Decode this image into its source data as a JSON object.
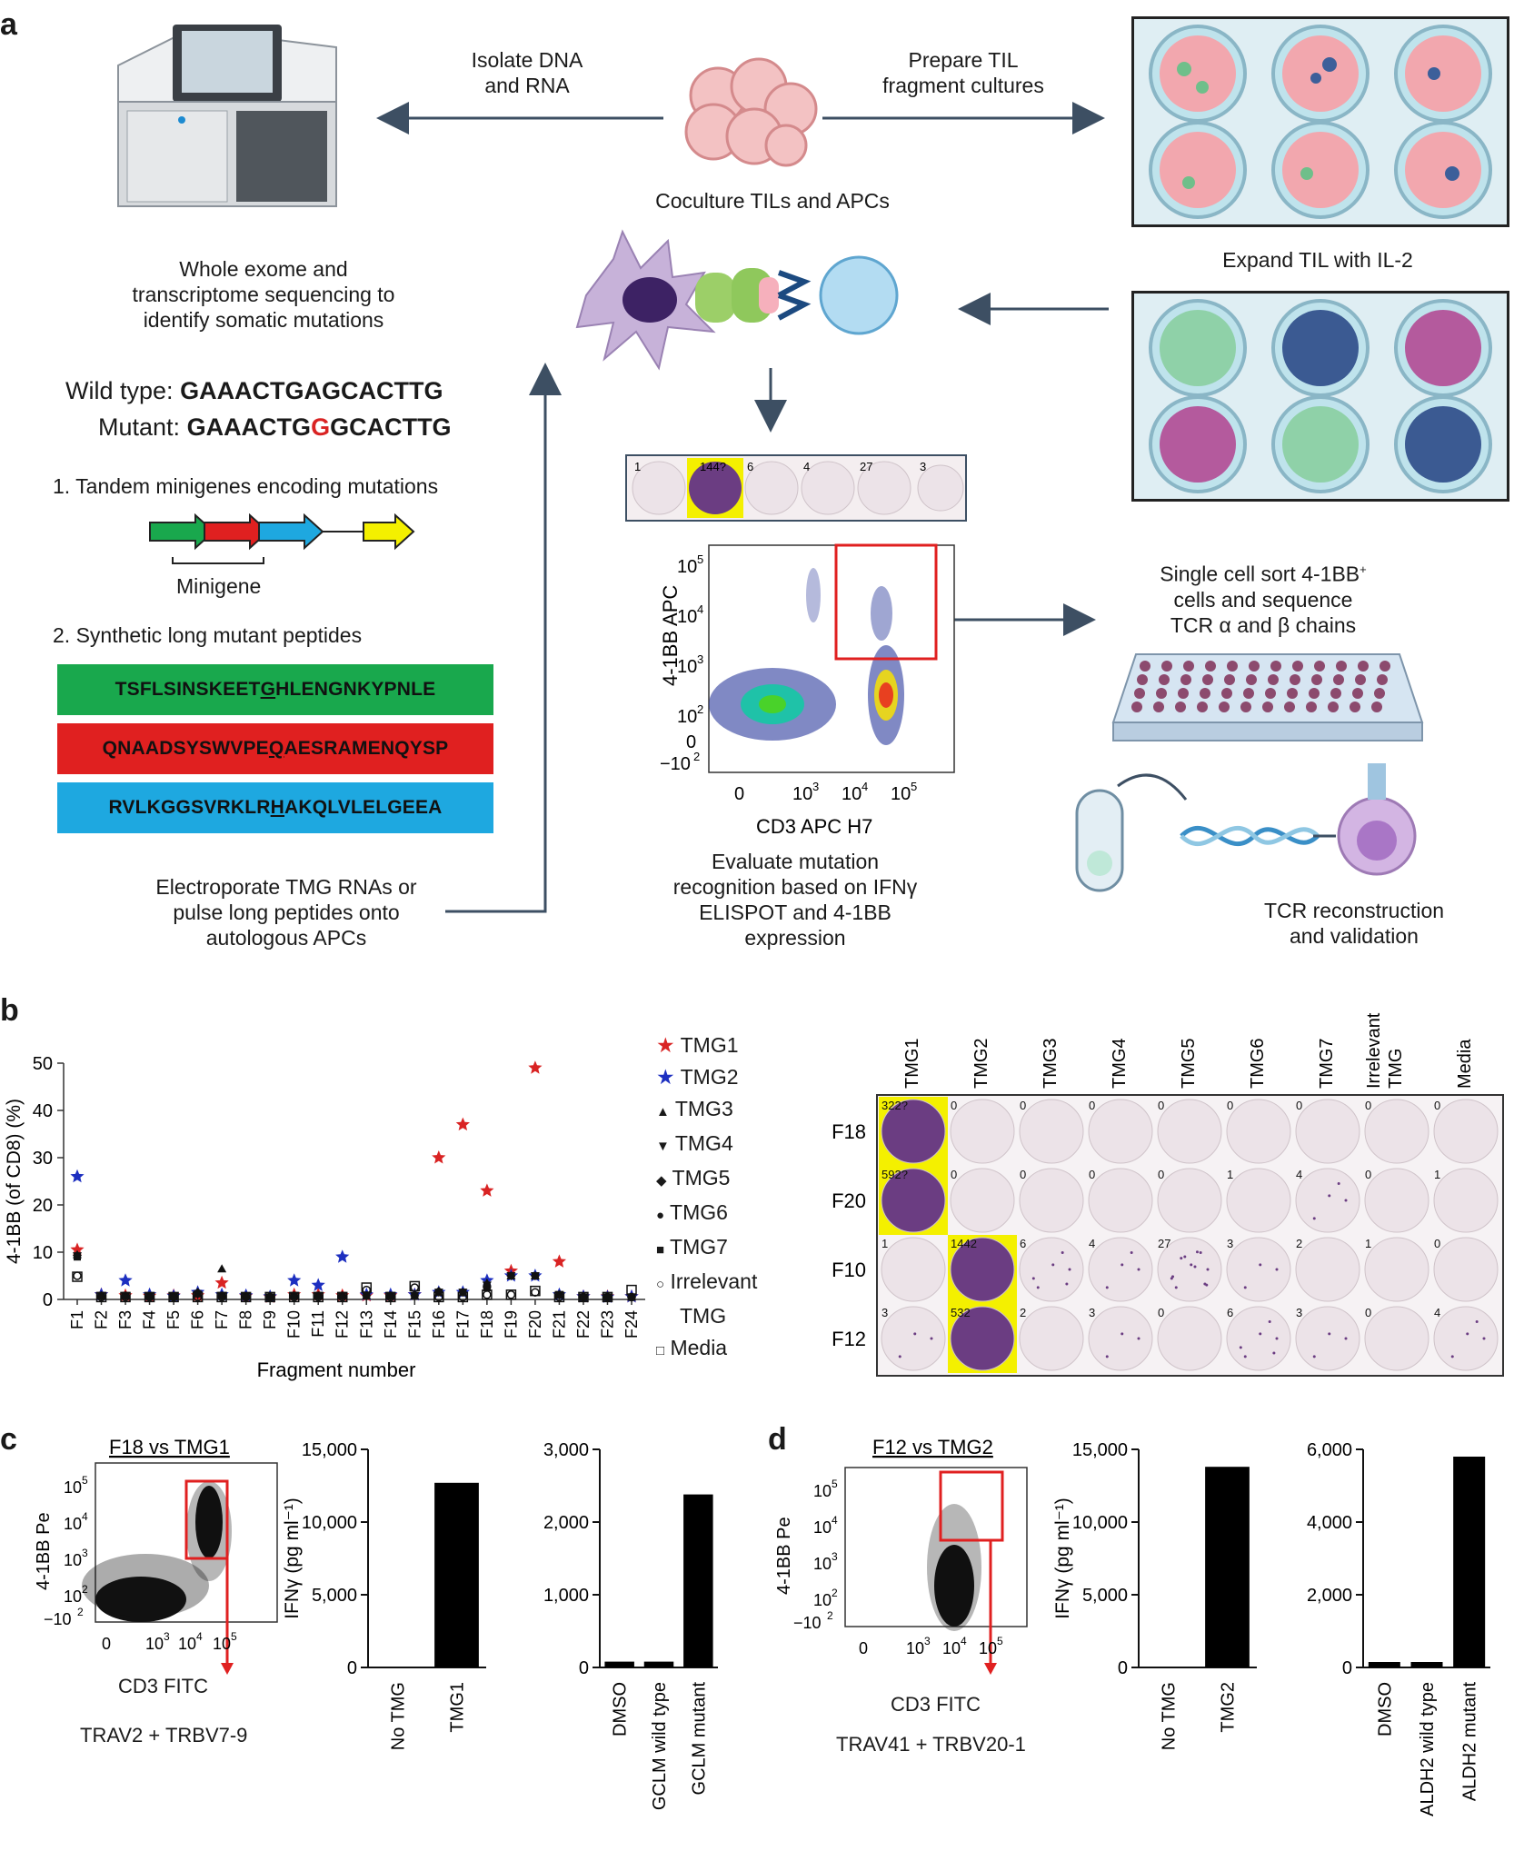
{
  "colors": {
    "arrow": "#3d4f63",
    "red": "#d92323",
    "green": "#19a84d",
    "blue": "#1ea8e0",
    "yellow": "#f4f000",
    "well": "#ece3e8",
    "spot": "#6b3d82"
  },
  "panel_a": {
    "letter": "a",
    "isolate": [
      "Isolate DNA",
      "and RNA"
    ],
    "prepare": [
      "Prepare TIL",
      "fragment cultures"
    ],
    "coculture": "Coculture TILs and APCs",
    "expand": "Expand TIL with IL-2",
    "sequencing": [
      "Whole exome and",
      "transcriptome sequencing to",
      "identify somatic mutations"
    ],
    "wt_label": "Wild type:",
    "wt_seq": "GAAACTGAGCACTTG",
    "mut_label": "Mutant:",
    "mut_seq_pre": "GAAACTG",
    "mut_seq_mut": "G",
    "mut_seq_post": "GCACTTG",
    "step1": "1. Tandem minigenes encoding mutations",
    "minigene": "Minigene",
    "step2": "2. Synthetic long mutant peptides",
    "peptides": [
      {
        "pre": "TSFLSINSKEET",
        "mut": "G",
        "post": "HLENGNKYPNLE"
      },
      {
        "pre": "QNAADSYSWVPE",
        "mut": "Q",
        "post": "AESRAMENQYSP"
      },
      {
        "pre": "RVLKGGSVRKLR",
        "mut": "H",
        "post": "AKQLVLELGEEA"
      }
    ],
    "electroporate": [
      "Electroporate TMG RNAs or",
      "pulse long peptides onto",
      "autologous APCs"
    ],
    "elispot_counts": [
      "1",
      "144?",
      "6",
      "4",
      "27",
      "3"
    ],
    "flow_ylabel": "4-1BB APC",
    "flow_xlabel": "CD3 APC H7",
    "flow_yticks": [
      "10",
      "10",
      "10",
      "10",
      "0",
      "−10"
    ],
    "flow_xticks": [
      "0",
      "10",
      "10",
      "10"
    ],
    "evaluate": [
      "Evaluate mutation",
      "recognition based on IFNγ",
      "ELISPOT and 4-1BB",
      "expression"
    ],
    "single_cell": [
      "Single cell sort 4-1BB",
      "cells and sequence",
      "TCR α and β chains"
    ],
    "tcr": [
      "TCR reconstruction",
      "and validation"
    ]
  },
  "panel_b": {
    "letter": "b",
    "ylabel": "4-1BB (of CD8) (%)",
    "xlabel": "Fragment number",
    "legend": [
      "TMG1",
      "TMG2",
      "TMG3",
      "TMG4",
      "TMG5",
      "TMG6",
      "TMG7",
      "Irrelevant",
      "TMG",
      "Media"
    ],
    "elispot_cols": [
      "TMG1",
      "TMG2",
      "TMG3",
      "TMG4",
      "TMG5",
      "TMG6",
      "TMG7",
      "Irrelevant TMG",
      "Media"
    ],
    "elispot_rows": [
      {
        "name": "F18",
        "counts": [
          "322?",
          "0",
          "0",
          "0",
          "0",
          "0",
          "0",
          "0",
          "0"
        ]
      },
      {
        "name": "F20",
        "counts": [
          "592?",
          "0",
          "0",
          "0",
          "0",
          "1",
          "4",
          "0",
          "1"
        ]
      },
      {
        "name": "F10",
        "counts": [
          "1",
          "1442",
          "6",
          "4",
          "27",
          "3",
          "2",
          "1",
          "0"
        ]
      },
      {
        "name": "F12",
        "counts": [
          "3",
          "532",
          "2",
          "3",
          "0",
          "6",
          "3",
          "0",
          "4"
        ]
      }
    ]
  },
  "panel_c": {
    "letter": "c",
    "flow_title": "F18 vs TMG1",
    "flow_ylabel": "4-1BB Pe",
    "flow_xlabel": "CD3 FITC",
    "tcr": "TRAV2 + TRBV7-9",
    "bar1_ylabel": "IFNγ (pg ml⁻¹)",
    "bar2_ylabel": ""
  },
  "panel_d": {
    "letter": "d",
    "flow_title": "F12 vs TMG2",
    "flow_ylabel": "4-1BB Pe",
    "flow_xlabel": "CD3 FITC",
    "tcr": "TRAV41 + TRBV20-1",
    "bar1_ylabel": "IFNγ (pg ml⁻¹)"
  },
  "chart_data": [
    {
      "type": "scatter",
      "id": "panel_b_scatter",
      "xlabel": "Fragment number",
      "ylabel": "4-1BB (of CD8) (%)",
      "ylim": [
        0,
        50
      ],
      "yticks": [
        0,
        10,
        20,
        30,
        40,
        50
      ],
      "categories": [
        "F1",
        "F2",
        "F3",
        "F4",
        "F5",
        "F6",
        "F7",
        "F8",
        "F9",
        "F10",
        "F11",
        "F12",
        "F13",
        "F14",
        "F15",
        "F16",
        "F17",
        "F18",
        "F19",
        "F20",
        "F21",
        "F22",
        "F23",
        "F24"
      ],
      "series": [
        {
          "name": "TMG1",
          "marker": "star-red",
          "values": [
            10.5,
            1,
            0.8,
            0.7,
            0.8,
            0.8,
            3.5,
            0.7,
            0.5,
            1,
            1,
            0.8,
            0.8,
            0.8,
            1,
            30,
            37,
            23,
            6,
            49,
            8,
            0.6,
            0.6,
            0.6
          ]
        },
        {
          "name": "TMG2",
          "marker": "star-blue",
          "values": [
            26,
            1,
            4,
            1,
            0.7,
            1.5,
            1,
            0.8,
            0.6,
            4,
            3,
            9,
            1,
            1,
            1,
            1.5,
            1.5,
            4,
            5,
            5,
            1,
            0.6,
            0.5,
            0.6
          ]
        },
        {
          "name": "TMG3",
          "marker": "triangle-up",
          "values": [
            9.5,
            0.8,
            0.8,
            0.7,
            0.6,
            1.5,
            6.5,
            0.7,
            0.5,
            0.8,
            0.8,
            0.8,
            0.8,
            0.8,
            0.8,
            1.5,
            1.5,
            3.5,
            5,
            5,
            1,
            0.5,
            0.5,
            0.5
          ]
        },
        {
          "name": "TMG4",
          "marker": "triangle-down",
          "values": [
            9.2,
            0.8,
            0.8,
            0.7,
            0.6,
            1,
            0.8,
            0.7,
            0.5,
            0.8,
            0.8,
            0.8,
            0.8,
            0.8,
            0.8,
            1.5,
            1.5,
            3,
            5,
            5,
            1,
            0.5,
            0.5,
            0.5
          ]
        },
        {
          "name": "TMG5",
          "marker": "diamond",
          "values": [
            9.3,
            0.8,
            0.8,
            0.7,
            0.6,
            1.5,
            0.8,
            0.7,
            0.5,
            0.8,
            0.8,
            0.8,
            0.8,
            0.8,
            0.8,
            1.7,
            1.5,
            2.5,
            5,
            5,
            1,
            0.5,
            0.5,
            0.5
          ]
        },
        {
          "name": "TMG6",
          "marker": "circle-filled",
          "values": [
            9.2,
            0.8,
            0.8,
            0.7,
            0.6,
            1.2,
            0.8,
            0.7,
            0.5,
            0.8,
            0.8,
            0.8,
            0.8,
            0.8,
            0.8,
            1.7,
            1.5,
            2.5,
            5,
            5,
            1,
            0.5,
            0.5,
            0.5
          ]
        },
        {
          "name": "TMG7",
          "marker": "square-filled",
          "values": [
            9,
            0.8,
            0.8,
            0.7,
            0.6,
            1.2,
            0.8,
            0.7,
            0.5,
            0.8,
            0.8,
            0.8,
            0.8,
            0.8,
            0.8,
            1.5,
            1.5,
            2.5,
            5,
            5,
            1,
            0.5,
            0.5,
            0.5
          ]
        },
        {
          "name": "Irrelevant TMG",
          "marker": "circle-open",
          "values": [
            5,
            0.5,
            0.5,
            0.5,
            0.5,
            0.5,
            0.5,
            0.5,
            0.5,
            0.5,
            0.5,
            0.5,
            2,
            0.5,
            2.5,
            0.5,
            0.5,
            1,
            1,
            1.5,
            0.5,
            0.5,
            0.5,
            0.5
          ]
        },
        {
          "name": "Media",
          "marker": "square-open",
          "values": [
            4.8,
            0.5,
            0.5,
            0.5,
            0.5,
            0.5,
            0.5,
            0.5,
            0.5,
            0.5,
            0.5,
            0.5,
            2.5,
            0.5,
            2.8,
            0.5,
            0.5,
            1,
            1,
            1.8,
            0.5,
            0.5,
            0.5,
            2
          ]
        }
      ]
    },
    {
      "type": "bar",
      "id": "c_bar1",
      "categories": [
        "No TMG",
        "TMG1"
      ],
      "values": [
        0,
        12700
      ],
      "ylim": [
        0,
        15000
      ],
      "yticks": [
        "0",
        "5,000",
        "10,000",
        "15,000"
      ],
      "ylabel": "IFNγ (pg ml⁻¹)"
    },
    {
      "type": "bar",
      "id": "c_bar2",
      "categories": [
        "DMSO",
        "GCLM wild type",
        "GCLM mutant"
      ],
      "values": [
        80,
        80,
        2380
      ],
      "ylim": [
        0,
        3000
      ],
      "yticks": [
        "0",
        "1,000",
        "2,000",
        "3,000"
      ]
    },
    {
      "type": "bar",
      "id": "d_bar1",
      "categories": [
        "No TMG",
        "TMG2"
      ],
      "values": [
        0,
        13800
      ],
      "ylim": [
        0,
        15000
      ],
      "yticks": [
        "0",
        "5,000",
        "10,000",
        "15,000"
      ],
      "ylabel": "IFNγ (pg ml⁻¹)"
    },
    {
      "type": "bar",
      "id": "d_bar2",
      "categories": [
        "DMSO",
        "ALDH2 wild type",
        "ALDH2 mutant"
      ],
      "values": [
        150,
        150,
        5800
      ],
      "ylim": [
        0,
        6000
      ],
      "yticks": [
        "0",
        "2,000",
        "4,000",
        "6,000"
      ]
    }
  ]
}
